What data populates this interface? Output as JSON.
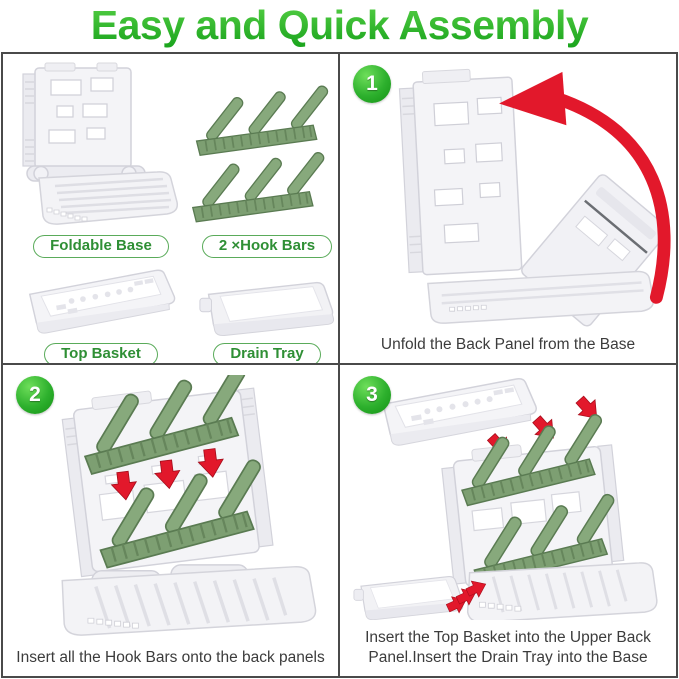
{
  "title": "Easy and Quick Assembly",
  "parts_panel": {
    "parts": [
      {
        "label": "Foldable Base"
      },
      {
        "label": "2 ×Hook Bars"
      },
      {
        "label": "Top Basket"
      },
      {
        "label": "Drain Tray"
      }
    ]
  },
  "steps": [
    {
      "number": "1",
      "caption": "Unfold the Back Panel from the Base"
    },
    {
      "number": "2",
      "caption": "Insert all the Hook Bars onto the back panels"
    },
    {
      "number": "3",
      "caption": "Insert the Top Basket into the Upper Back Panel.Insert the Drain Tray into the Base"
    }
  ],
  "icons": {
    "step_arrows": "red-arrow",
    "step1_arrow": "curved-red-arrow"
  },
  "colors": {
    "title_green_top": "#55cf45",
    "title_green_bottom": "#17a21b",
    "badge_green": "#2db02d",
    "label_text_green": "#2f8f35",
    "pill_border_green": "#5aab5a",
    "arrow_red": "#e2182b",
    "hook_bar_green": "#7d9f72",
    "caption_text": "#3c3c3c",
    "grid_line": "#4a4a4a",
    "product_white": "#f4f4f7"
  }
}
